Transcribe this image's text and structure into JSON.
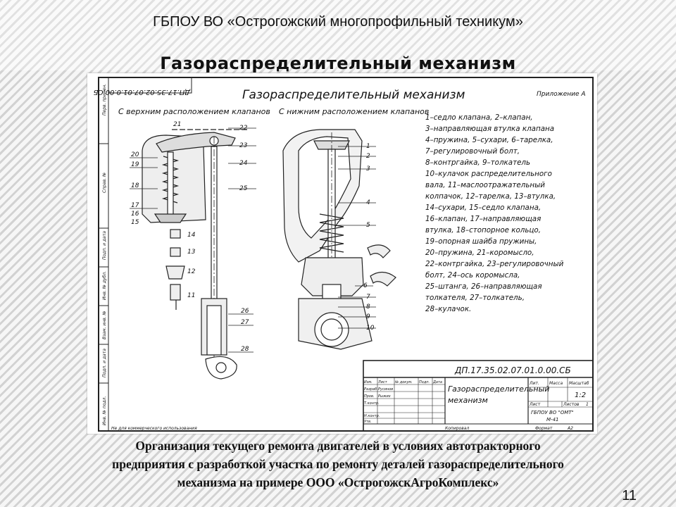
{
  "slide": {
    "org": "ГБПОУ ВО «Острогожский многопрофильный техникум»",
    "title": "Газораспределительный механизм",
    "caption_lines": [
      "Организация текущего ремонта двигателей в условиях автотракторного",
      "предприятия с разработкой участка по ремонту деталей газораспределительного",
      "механизма на примере ООО «ОстрогожскАгроКомплекс»"
    ],
    "page_number": "11"
  },
  "drawing": {
    "heading": "Газораспределительный механизм",
    "appendix": "Приложение А",
    "left_view": "С верхним расположением клапанов",
    "right_view": "С нижним расположением клапанов",
    "code_rotated": "ДП.17.35.02.07.01.0.00.СБ",
    "left_labels": [
      "21",
      "22",
      "23",
      "24",
      "25",
      "20",
      "19",
      "18",
      "17",
      "16",
      "15",
      "14",
      "13",
      "12",
      "11",
      "26",
      "27",
      "28"
    ],
    "right_labels": [
      "1",
      "2",
      "3",
      "4",
      "5",
      "6",
      "7",
      "8",
      "9",
      "10"
    ],
    "legend": [
      "1–седло клапана, 2–клапан,",
      "3–направляющая втулка клапана",
      "4–пружина, 5–сухари, 6–тарелка,",
      "7–регулировочный болт,",
      "8–контргайка, 9–толкатель",
      "10–кулачок распределительного",
      "вала, 11–маслоотражательный",
      "колпачок, 12–тарелка, 13–втулка,",
      "14–сухари, 15–седло клапана,",
      "16–клапан, 17–направляющая",
      "втулка, 18–стопорное кольцо,",
      "19–опорная шайба пружины,",
      "20–пружина, 21–коромысло,",
      "22–контргайка, 23–регулировочный",
      "болт, 24–ось коромысла,",
      "25–штанга, 26–направляющая",
      "толкателя, 27–толкатель,",
      "28–кулачок."
    ],
    "stamp": {
      "code": "ДП.17.35.02.07.01.0.00.СБ",
      "name_line1": "Газораспределительный",
      "name_line2": "механизм",
      "col_izm": "Изм.",
      "col_list": "Лист",
      "col_doc": "№ докум.",
      "col_sign": "Подп.",
      "col_date": "Дата",
      "r_razrab": "Разраб.",
      "r_prov": "Пров.",
      "r_tkontr": "Т.контр.",
      "r_nkontr": "Н.контр.",
      "r_utv": "Утв.",
      "n_razrab": "Русинов",
      "n_prov": "Рыжих",
      "lit": "Лит.",
      "massa": "Масса",
      "masshtab": "Масштаб",
      "scale": "1:2",
      "list": "Лист",
      "listov": "Листов",
      "listov_val": "1",
      "org1": "ГБПОУ ВО \"ОМТ\"",
      "org2": "М-41",
      "kopiroval": "Копировал",
      "format": "Формат",
      "format_val": "А2"
    },
    "side_boxes": [
      "Перв. примен.",
      "Справ. №",
      "Подп. и дата",
      "Инв. № дубл.",
      "Взам. инв. №",
      "Подп. и дата",
      "Инв. № подл."
    ],
    "bottom_note": "Не для коммерческого использования"
  }
}
